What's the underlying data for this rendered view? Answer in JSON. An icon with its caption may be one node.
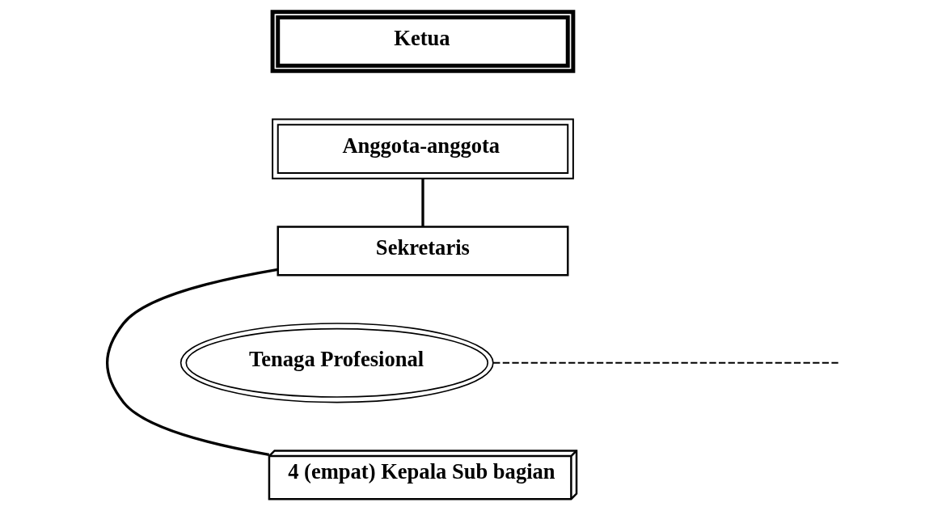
{
  "diagram": {
    "nodes": [
      {
        "text": [
          "Ketua"
        ]
      },
      {
        "text": [
          "Anggota-anggota"
        ]
      },
      {
        "text": [
          "Sekretaris"
        ]
      },
      {
        "text": [
          "4 (empat) Kepala Sub bagian"
        ]
      },
      {
        "text": [
          "Tenaga Profesional"
        ]
      }
    ],
    "edges": [
      {
        "from": 1,
        "to": 2,
        "arrow": "none"
      },
      {
        "from": 2,
        "to": 3,
        "arrow": "none"
      },
      {
        "from": 4,
        "to": null,
        "arrow": "none",
        "style": "dashed"
      }
    ]
  }
}
